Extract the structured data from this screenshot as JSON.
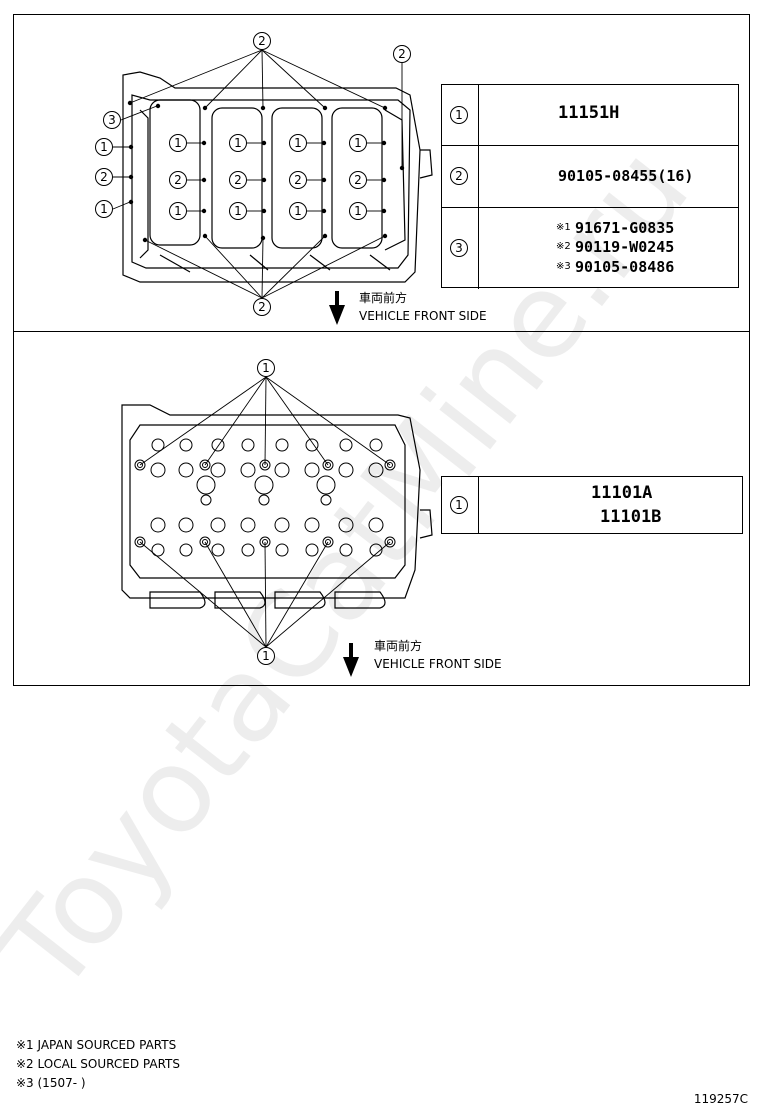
{
  "top_section": {
    "callouts": {
      "c1": "1",
      "c2": "2",
      "c3": "3"
    },
    "legend": [
      {
        "num": "1",
        "parts": [
          "11151H"
        ]
      },
      {
        "num": "2",
        "parts": [
          "90105-08455(16)"
        ]
      },
      {
        "num": "3",
        "parts": [
          {
            "mark": "※1",
            "part": "91671-G0835"
          },
          {
            "mark": "※2",
            "part": "90119-W0245"
          },
          {
            "mark": "※3",
            "part": "90105-08486"
          }
        ]
      }
    ],
    "front_jp": "車両前方",
    "front_en": "VEHICLE FRONT SIDE"
  },
  "bottom_section": {
    "callout": "1",
    "legend": {
      "num": "1",
      "parts": [
        "11101A",
        "11101B"
      ]
    },
    "front_jp": "車両前方",
    "front_en": "VEHICLE FRONT SIDE"
  },
  "notes": [
    "※1 JAPAN SOURCED PARTS",
    "※2 LOCAL SOURCED PARTS",
    "※3 (1507-        )"
  ],
  "figure_code": "119257C",
  "watermark": "ToyotaCatMine.ru"
}
